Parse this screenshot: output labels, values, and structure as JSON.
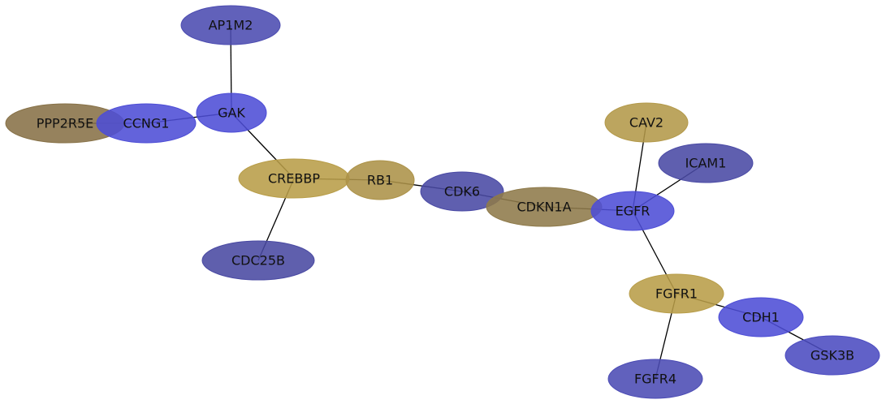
{
  "nodes": [
    {
      "id": "AP1M2",
      "label": "AP1M2",
      "color": "#4b4bb0"
    },
    {
      "id": "GAK",
      "label": "GAK",
      "color": "#4d4dd6"
    },
    {
      "id": "PPP2R5E",
      "label": "PPP2R5E",
      "color": "#877147"
    },
    {
      "id": "CCNG1",
      "label": "CCNG1",
      "color": "#4d4dd6"
    },
    {
      "id": "CREBBP",
      "label": "CREBBP",
      "color": "#b89d48"
    },
    {
      "id": "RB1",
      "label": "RB1",
      "color": "#ac9248"
    },
    {
      "id": "CDC25B",
      "label": "CDC25B",
      "color": "#4949a2"
    },
    {
      "id": "CDK6",
      "label": "CDK6",
      "color": "#4949a4"
    },
    {
      "id": "CDKN1A",
      "label": "CDKN1A",
      "color": "#8e7a4a"
    },
    {
      "id": "CAV2",
      "label": "CAV2",
      "color": "#b39949"
    },
    {
      "id": "ICAM1",
      "label": "ICAM1",
      "color": "#4949a4"
    },
    {
      "id": "EGFR",
      "label": "EGFR",
      "color": "#4d4dd6"
    },
    {
      "id": "FGFR1",
      "label": "FGFR1",
      "color": "#b89d48"
    },
    {
      "id": "CDH1",
      "label": "CDH1",
      "color": "#4d4dd6"
    },
    {
      "id": "GSK3B",
      "label": "GSK3B",
      "color": "#4b4bc0"
    },
    {
      "id": "FGFR4",
      "label": "FGFR4",
      "color": "#4b4bb4"
    }
  ],
  "edges": [
    [
      "AP1M2",
      "GAK"
    ],
    [
      "GAK",
      "CCNG1"
    ],
    [
      "GAK",
      "CREBBP"
    ],
    [
      "PPP2R5E",
      "CCNG1"
    ],
    [
      "CREBBP",
      "RB1"
    ],
    [
      "CREBBP",
      "CDC25B"
    ],
    [
      "RB1",
      "CDK6"
    ],
    [
      "CDK6",
      "CDKN1A"
    ],
    [
      "CDKN1A",
      "EGFR"
    ],
    [
      "CAV2",
      "EGFR"
    ],
    [
      "ICAM1",
      "EGFR"
    ],
    [
      "EGFR",
      "FGFR1"
    ],
    [
      "FGFR1",
      "CDH1"
    ],
    [
      "FGFR1",
      "FGFR4"
    ],
    [
      "CDH1",
      "GSK3B"
    ]
  ]
}
